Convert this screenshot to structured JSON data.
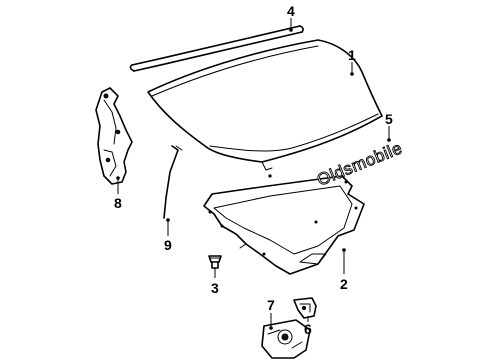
{
  "callouts": {
    "c1": "1",
    "c2": "2",
    "c3": "3",
    "c4": "4",
    "c5": "5",
    "c6": "6",
    "c7": "7",
    "c8": "8",
    "c9": "9"
  },
  "emblem_text": "Oldsmobile"
}
